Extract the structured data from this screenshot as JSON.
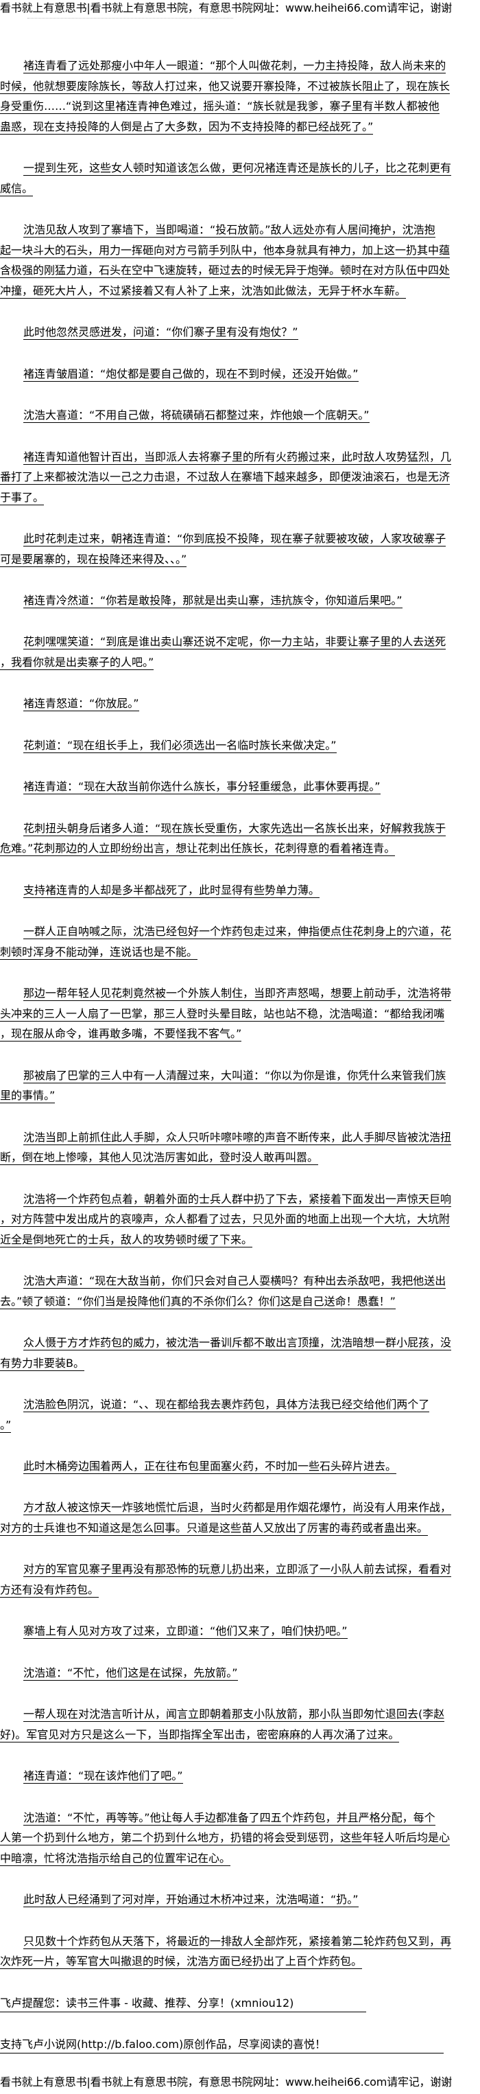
{
  "header": {
    "banner": "看书就上有意思书|看书就上有意思书院，有意思书院网址：www.heihei66.com请牢记，谢谢"
  },
  "paragraphs": [
    {
      "lines": [
        "褚连青看了远处那瘦小中年人一眼道：“那个人叫做花刺，一力主持投降，敌人尚未来的",
        "时候，他就想要废除族长，等敌人打过来，他又说要开寨投降，不过被族长阻止了，现在族长",
        "身受重伤……“说到这里褚连青神色难过，摇头道：“族长就是我爹，寨子里有半数人都被他",
        "蛊惑，现在支持投降的人倒是占了大多数，因为不支持投降的都已经战死了。”"
      ]
    },
    {
      "lines": [
        "一提到生死，这些女人顿时知道该怎么做，更何况褚连青还是族长的儿子，比之花刺更有",
        "威信。"
      ]
    },
    {
      "lines": [
        "沈浩见敌人攻到了寨墙下，当即喝道：“投石放箭。”敌人远处亦有人居间掩护，沈浩抱",
        "起一块斗大的石头，用力一挥砸向对方弓箭手列队中，他本身就具有神力，加上这一扔其中蕴",
        "含极强的刚猛力道，石头在空中飞速旋转，砸过去的时候无异于炮弹。顿时在对方队伍中四处",
        "冲撞，砸死大片人，不过紧接着又有人补了上来，沈浩如此做法，无异于杯水车薪。"
      ]
    },
    {
      "lines": [
        "此时他忽然灵感迸发，问道：“你们寨子里有没有炮仗？”"
      ]
    },
    {
      "lines": [
        "褚连青皱眉道：“炮仗都是要自己做的，现在不到时候，还没开始做。”"
      ]
    },
    {
      "lines": [
        "沈浩大喜道：“不用自己做，将硫磺硝石都整过来，炸他娘一个底朝天。”"
      ]
    },
    {
      "lines": [
        "褚连青知道他智计百出，当即派人去将寨子里的所有火药搬过来，此时敌人攻势猛烈，几",
        "番打了上来都被沈浩以一己之力击退，不过敌人在寨墙下越来越多，即便泼油滚石，也是无济",
        "于事了。"
      ]
    },
    {
      "lines": [
        "此时花刺走过来，朝褚连青道：“你到底投不投降，现在寨子就要被攻破，人家攻破寨子",
        "可是要屠寨的，现在投降还来得及、、。”"
      ]
    },
    {
      "lines": [
        "褚连青冷然道：“你若是敢投降，那就是出卖山寨，违抗族令，你知道后果吧。”"
      ]
    },
    {
      "lines": [
        "花刺嘿嘿笑道：“到底是谁出卖山寨还说不定呢，你一力主站，非要让寨子里的人去送死",
        "，我看你就是出卖寨子的人吧。”"
      ]
    },
    {
      "lines": [
        "褚连青怒道：“你放屁。”"
      ]
    },
    {
      "lines": [
        "花刺道：“现在组长手上，我们必须选出一名临时族长来做决定。”"
      ]
    },
    {
      "lines": [
        "褚连青道：“现在大敌当前你选什么族长，事分轻重缓急，此事休要再提。”"
      ]
    },
    {
      "lines": [
        "花刺扭头朝身后诸多人道：“现在族长受重伤，大家先选出一名族长出来，好解救我族于",
        "危难。”花刺那边的人立即纷纷出言，想让花刺出任族长，花刺得意的看着褚连青。"
      ]
    },
    {
      "lines": [
        "支持褚连青的人却是多半都战死了，此时显得有些势单力薄。"
      ]
    },
    {
      "lines": [
        "一群人正自呐喊之际，沈浩已经包好一个炸药包走过来，伸指便点住花刺身上的穴道，花",
        "刺顿时浑身不能动弹，连说话也是不能。"
      ]
    },
    {
      "lines": [
        "那边一帮年轻人见花刺竟然被一个外族人制住，当即齐声怒喝，想要上前动手，沈浩将带",
        "头冲来的三人一人扇了一巴掌，那三人登时头晕目眩，站也站不稳，沈浩喝道：“都给我闭嘴",
        "，现在服从命令，谁再敢多嘴，不要怪我不客气。”"
      ]
    },
    {
      "lines": [
        "那被扇了巴掌的三人中有一人清醒过来，大叫道：“你以为你是谁，你凭什么来管我们族",
        "里的事情。”"
      ]
    },
    {
      "lines": [
        "沈浩当即上前抓住此人手脚，众人只听咔嚓咔嚓的声音不断传来，此人手脚尽皆被沈浩扭",
        "断，倒在地上惨嚎，其他人见沈浩厉害如此，登时没人敢再叫嚣。"
      ]
    },
    {
      "lines": [
        "沈浩将一个炸药包点着，朝着外面的士兵人群中扔了下去，紧接着下面发出一声惊天巨响",
        "，对方阵营中发出成片的哀嚎声，众人都看了过去，只见外面的地面上出现一个大坑，大坑附",
        "近全是倒地死亡的士兵，敌人的攻势顿时缓了下来。"
      ]
    },
    {
      "lines": [
        "沈浩大声道：“现在大敌当前，你们只会对自己人耍横吗？有种出去杀敌吧，我把他送出",
        "去。”顿了顿道：“你们当是投降他们真的不杀你们么？你们这是自己送命！愚蠢！”"
      ]
    },
    {
      "lines": [
        "众人慑于方才炸药包的威力，被沈浩一番训斥都不敢出言顶撞，沈浩暗想一群小屁孩，没",
        "有势力非要装B。"
      ]
    },
    {
      "lines": [
        "沈浩脸色阴沉，说道：“、、现在都给我去裹炸药包，具体方法我已经交给他们两个了",
        "。”"
      ]
    },
    {
      "lines": [
        "此时木桶旁边围着两人，正在往布包里面塞火药，不时加一些石头碎片进去。"
      ]
    },
    {
      "lines": [
        "方才敌人被这惊天一炸骇地慌忙后退，当时火药都是用作烟花爆竹，尚没有人用来作战，",
        "对方的士兵谁也不知道这是怎么回事。只道是这些苗人又放出了厉害的毒药或者蛊出来。"
      ]
    },
    {
      "lines": [
        "对方的军官见寨子里再没有那恐怖的玩意儿扔出来，立即派了一小队人前去试探，看看对",
        "方还有没有炸药包。"
      ]
    },
    {
      "lines": [
        "寨墙上有人见对方攻了过来，立即道：“他们又来了，咱们快扔吧。”"
      ]
    },
    {
      "lines": [
        "沈浩道：“不忙，他们这是在试探，先放箭。”"
      ]
    },
    {
      "lines": [
        "一帮人现在对沈浩言听计从，闻言立即朝着那支小队放箭，那小队当即匆忙退回去(李赵",
        "好)。军官见对方只是这么一下，当即指挥全军出击，密密麻麻的人再次涌了过来。"
      ]
    },
    {
      "lines": [
        "褚连青道：“现在该炸他们了吧。”"
      ]
    },
    {
      "lines": [
        "沈浩道：“不忙，再等等。”他让每人手边都准备了四五个炸药包，并且严格分配，每个",
        "人第一个扔到什么地方，第二个扔到什么地方，扔错的将会受到惩罚，这些年轻人听后均是心",
        "中暗凛，忙将沈浩指示给自己的位置牢记在心。"
      ]
    },
    {
      "lines": [
        "此时敌人已经涌到了河对岸，开始通过木桥冲过来，沈浩喝道：“扔。”"
      ]
    },
    {
      "lines": [
        "只见数十个炸药包从天落下，将最近的一排敌人全部炸死，紧接着第二轮炸药包又到，再",
        "次炸死一片，等军官大叫撤退的时候，沈浩方面已经扔出了上百个炸药包。"
      ]
    }
  ],
  "promo": {
    "reminder": "飞卢提醒您：读书三件事 - 收藏、推荐、分享！(xmniou12)",
    "support": "支持飞卢小说网(http://b.faloo.com)原创作品，尽享阅读的喜悦！"
  },
  "footer": {
    "banner": "看书就上有意思书|看书就上有意思书院，有意思书院网址：www.heihei66.com请牢记，谢谢"
  }
}
